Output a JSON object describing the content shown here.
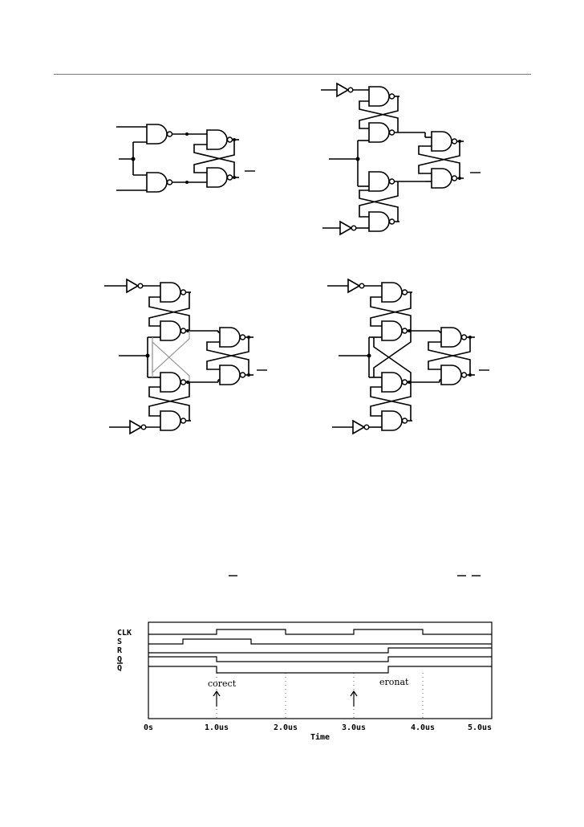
{
  "timing_diagram": {
    "signals": [
      {
        "name": "CLK"
      },
      {
        "name": "S"
      },
      {
        "name": "R"
      },
      {
        "name": "Q"
      },
      {
        "name": "Q"
      }
    ],
    "x_ticks": [
      "0s",
      "1.0us",
      "2.0us",
      "3.0us",
      "4.0us",
      "5.0us"
    ],
    "x_label": "Time",
    "annotations": [
      {
        "text": "corect",
        "at_us": 1.0
      },
      {
        "text": "eronat",
        "at_us": 3.0
      }
    ]
  }
}
